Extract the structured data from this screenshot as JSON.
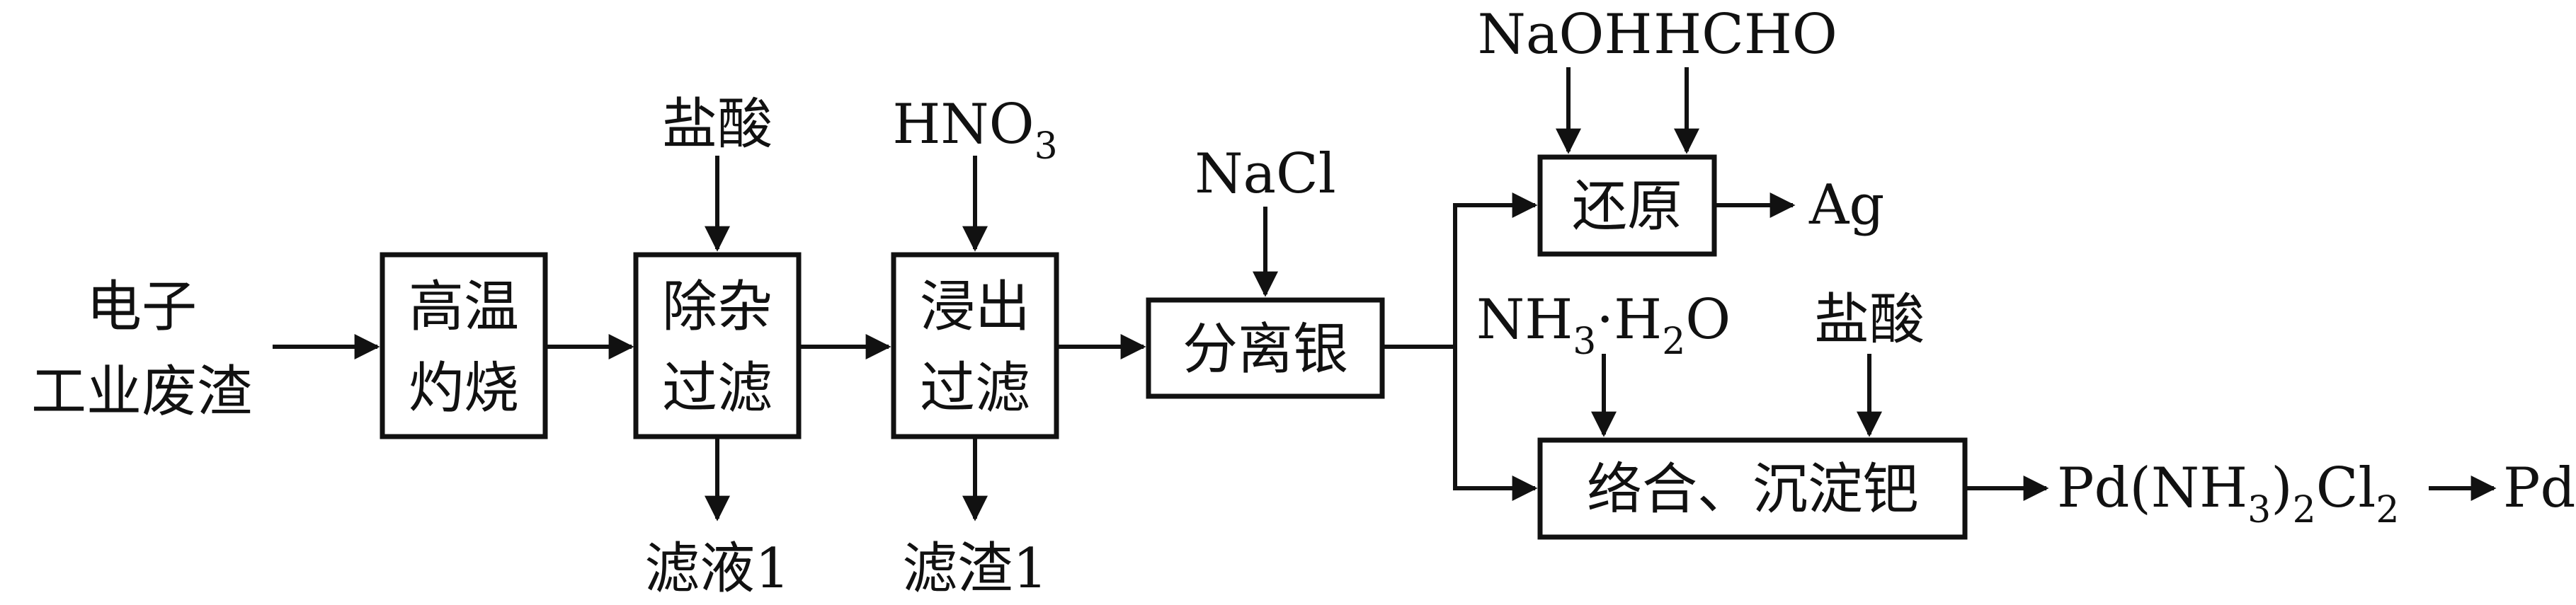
{
  "diagram": {
    "input": {
      "line1": "电子",
      "line2": "工业废渣"
    },
    "steps": {
      "roast": {
        "line1": "高温",
        "line2": "灼烧"
      },
      "purify": {
        "line1": "除杂",
        "line2": "过滤"
      },
      "leach": {
        "line1": "浸出",
        "line2": "过滤"
      },
      "separate": "分离银",
      "reduce": "还原",
      "complex": "络合、沉淀钯"
    },
    "reagents": {
      "hcl_1": "盐酸",
      "hno3": {
        "base": "HNO",
        "sub": "3"
      },
      "nacl": "NaCl",
      "naoh": "NaOH",
      "hcho": "HCHO",
      "nh3h2o": {
        "p1": "NH",
        "s1": "3",
        "p2": "·H",
        "s2": "2",
        "p3": "O"
      },
      "hcl_2": "盐酸"
    },
    "outputs": {
      "filtrate": "滤液1",
      "residue": "滤渣1",
      "silver": "Ag",
      "pd_complex": {
        "p1": "Pd(NH",
        "s1": "3",
        "p2": ")",
        "s2": "2",
        "p3": "Cl",
        "s3": "2"
      },
      "palladium": "Pd"
    }
  }
}
